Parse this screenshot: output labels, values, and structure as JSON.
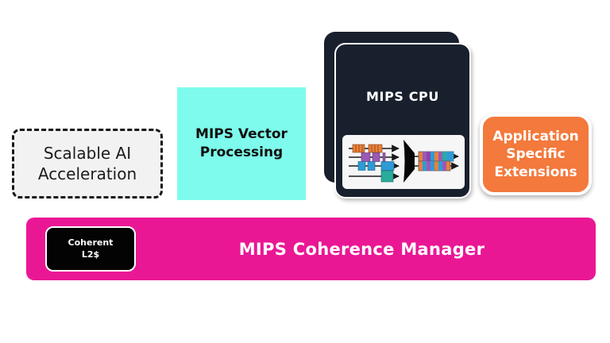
{
  "diagram": {
    "scalable_ai": {
      "label": "Scalable AI Acceleration"
    },
    "vector": {
      "label": "MIPS Vector Processing"
    },
    "cpu": {
      "label": "MIPS CPU"
    },
    "extensions": {
      "label": "Application Specific Extensions"
    },
    "coherence": {
      "title": "MIPS Coherence Manager"
    },
    "l2": {
      "line1": "Coherent",
      "line2": "L2$"
    }
  },
  "colors": {
    "ai_box_bg": "#f2f2f2",
    "ai_box_border": "#161616",
    "vector_bg": "#7efbec",
    "cpu_card_bg": "#19202d",
    "extensions_bg": "#f3793c",
    "coherence_bg": "#ea1795",
    "l2_bg": "#030303",
    "pipeline_orange": "#e8813b",
    "pipeline_purple": "#9b59b6",
    "pipeline_blue": "#2e9bd6",
    "pipeline_teal": "#29ab9c"
  }
}
